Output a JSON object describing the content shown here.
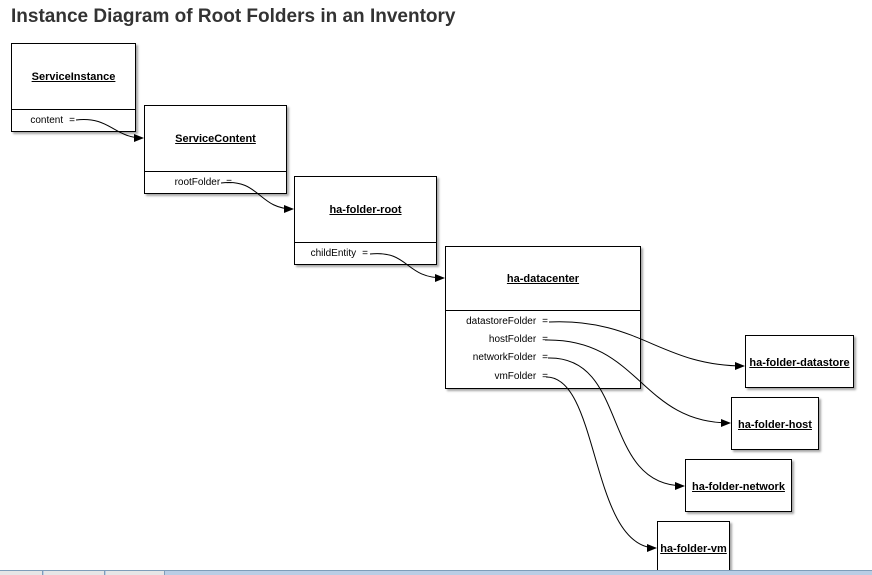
{
  "title": "Instance Diagram of Root Folders in an Inventory",
  "boxes": {
    "service_instance": {
      "name": "ServiceInstance",
      "attrs": [
        "content"
      ]
    },
    "service_content": {
      "name": "ServiceContent",
      "attrs": [
        "rootFolder"
      ]
    },
    "ha_folder_root": {
      "name": "ha-folder-root",
      "attrs": [
        "childEntity"
      ]
    },
    "ha_datacenter": {
      "name": "ha-datacenter",
      "attrs": [
        "datastoreFolder",
        "hostFolder",
        "networkFolder",
        "vmFolder"
      ]
    },
    "ha_folder_datastore": {
      "name": "ha-folder-datastore"
    },
    "ha_folder_host": {
      "name": "ha-folder-host"
    },
    "ha_folder_network": {
      "name": "ha-folder-network"
    },
    "ha_folder_vm": {
      "name": "ha-folder-vm"
    }
  },
  "equals_sign": "=",
  "colors": {
    "line": "#000000",
    "title": "#333333"
  }
}
